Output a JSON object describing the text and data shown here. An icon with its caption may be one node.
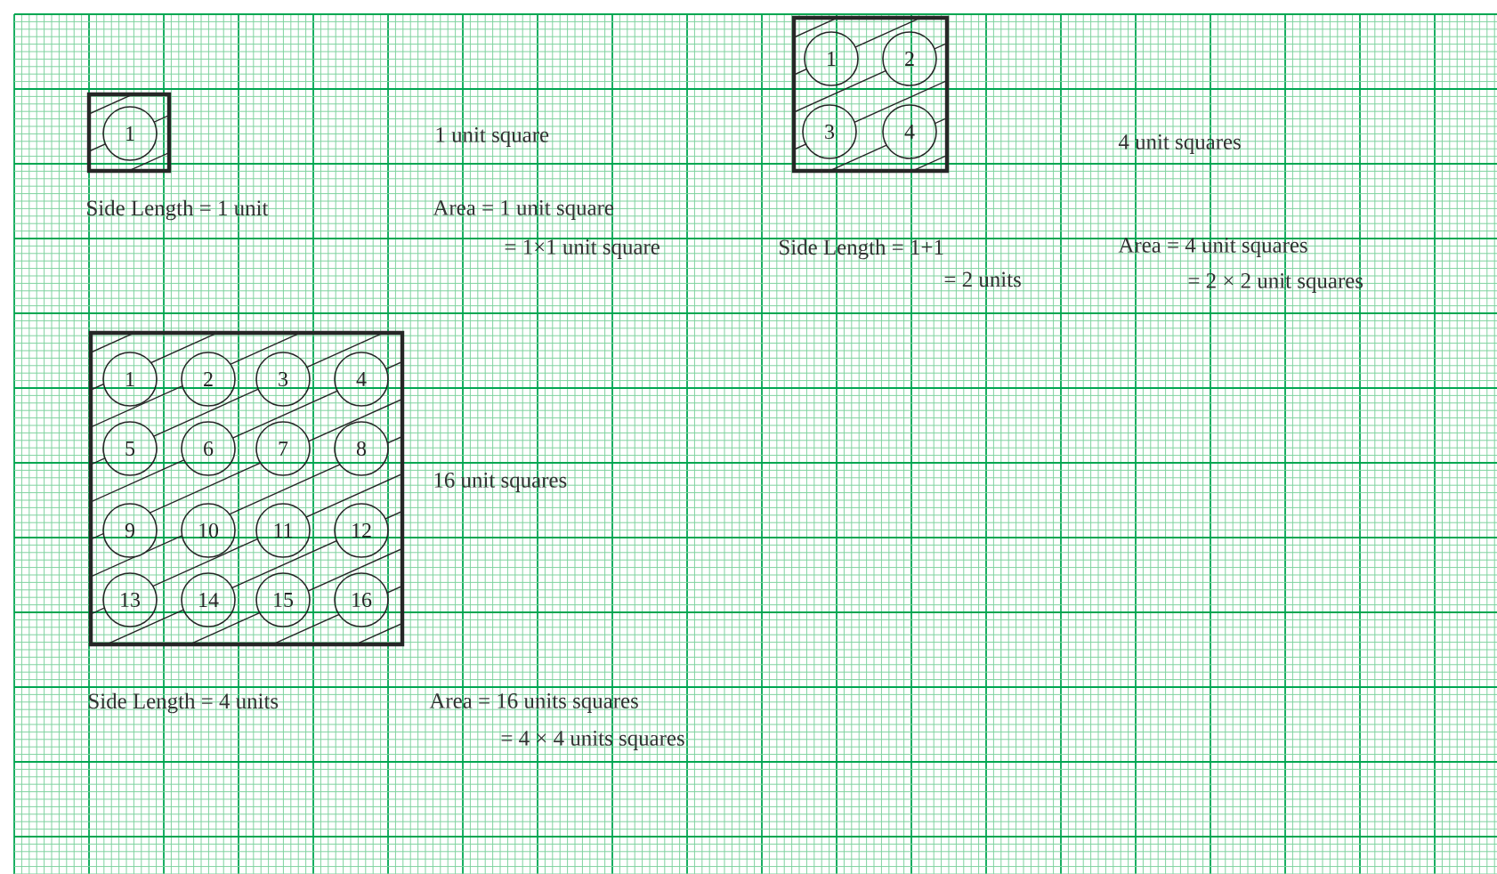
{
  "diagram": {
    "nodes": [
      {
        "text": [],
        "shape": "box"
      },
      {
        "text": [
          "1"
        ],
        "in": 0
      },
      {
        "text": [],
        "shape": "box"
      },
      {
        "text": [
          "1"
        ],
        "in": 2
      },
      {
        "text": [
          "2"
        ],
        "in": 2
      },
      {
        "text": [
          "3"
        ],
        "in": 2
      },
      {
        "text": [
          "4"
        ],
        "in": 2
      },
      {
        "text": [],
        "shape": "box"
      },
      {
        "text": [
          "1"
        ],
        "in": 7
      },
      {
        "text": [
          "2"
        ],
        "in": 7
      },
      {
        "text": [
          "3"
        ],
        "in": 7
      },
      {
        "text": [
          "4"
        ],
        "in": 7
      },
      {
        "text": [
          "5"
        ],
        "in": 7
      },
      {
        "text": [
          "6"
        ],
        "in": 7
      },
      {
        "text": [
          "7"
        ],
        "in": 7
      },
      {
        "text": [
          "8"
        ],
        "in": 7
      },
      {
        "text": [
          "9"
        ],
        "in": 7
      },
      {
        "text": [
          "10"
        ],
        "in": 7
      },
      {
        "text": [
          "11"
        ],
        "in": 7
      },
      {
        "text": [
          "12"
        ],
        "in": 7
      },
      {
        "text": [
          "13"
        ],
        "in": 7
      },
      {
        "text": [
          "14"
        ],
        "in": 7
      },
      {
        "text": [
          "15"
        ],
        "in": 7
      },
      {
        "text": [
          "16"
        ],
        "in": 7
      }
    ],
    "labels": [
      "1 unit square",
      "4 unit squares",
      "Side Length = 1 unit",
      "Area = 1 unit square",
      "= 1×1 unit square",
      "Side Length = 1+1",
      "Area = 4 unit squares",
      "= 2 units",
      "= 2 × 2 unit squares",
      "16 unit squares",
      "Side Length = 4 units",
      "Area = 16 units squares",
      "= 4 × 4 units squares"
    ]
  }
}
